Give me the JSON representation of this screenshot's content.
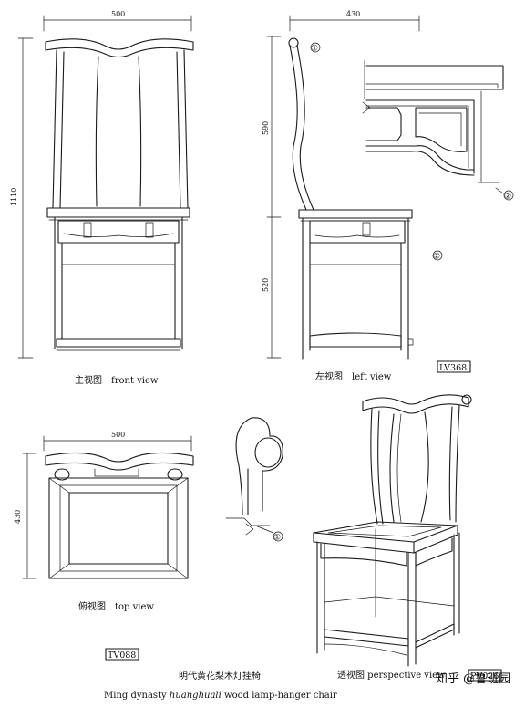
{
  "dimensions": {
    "front_width": "500",
    "front_height": "1110",
    "side_width": "430",
    "side_upper": "590",
    "side_lower": "520",
    "top_width": "500",
    "top_depth": "430"
  },
  "views": {
    "front": "主视图　front view",
    "left": "左视图　left view",
    "top": "俯视图　top view",
    "perspective": "透视图 perspective view"
  },
  "tags": {
    "left": "LV368",
    "top": "TV088",
    "perspective": "PV026"
  },
  "detail_marks": {
    "one": "①",
    "two": "②"
  },
  "title_cn": "明代黄花梨木灯挂椅",
  "footer": {
    "prefix": "Ming dynasty ",
    "italic": "huanghuali",
    "suffix": " wood lamp-hanger chair"
  },
  "watermark": "知乎 @鲁班园"
}
